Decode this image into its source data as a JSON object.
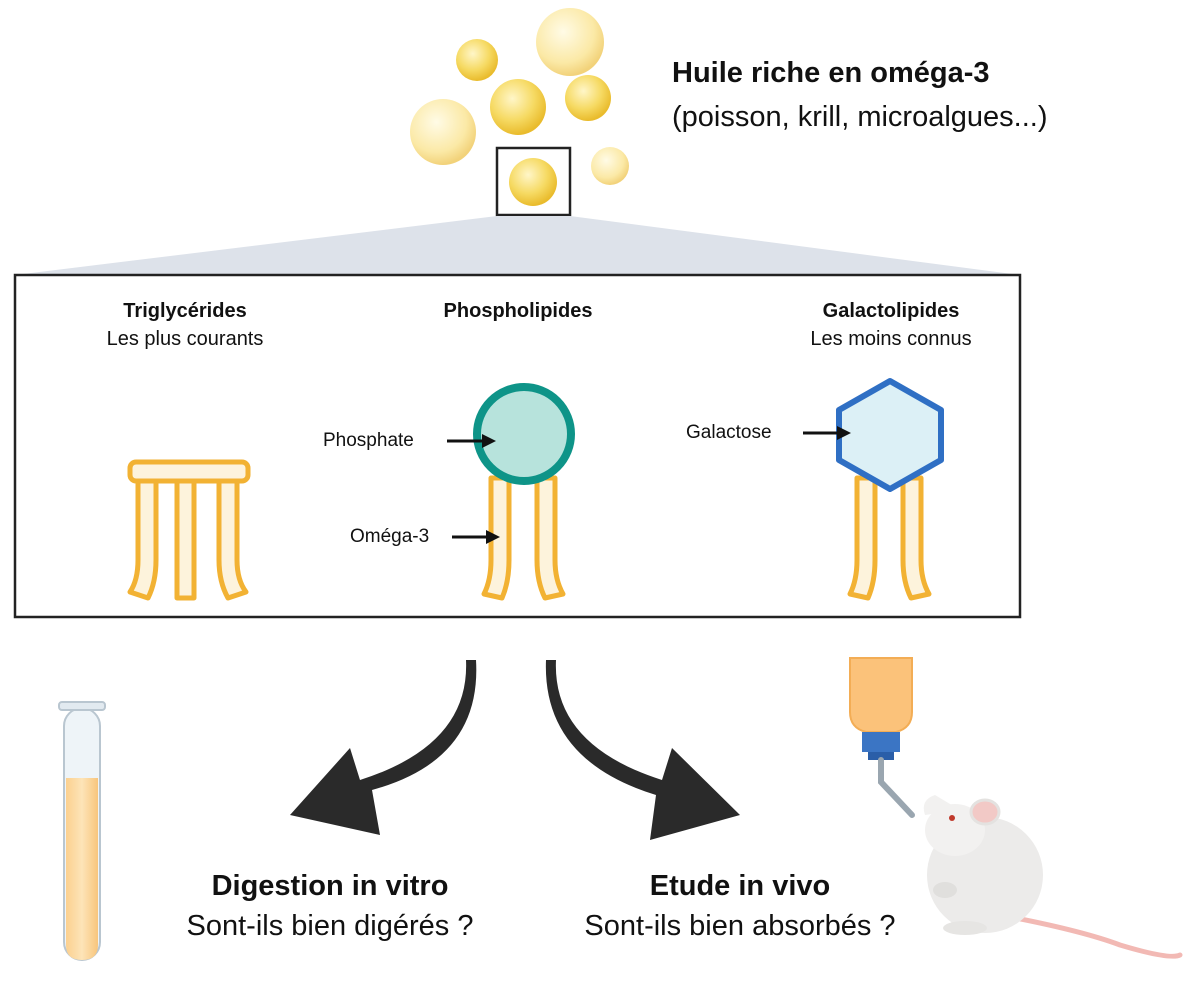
{
  "title": {
    "line1": "Huile riche en oméga-3",
    "line2": "(poisson, krill, microalgues...)"
  },
  "lipids": [
    {
      "name": "Triglycérides",
      "subtitle": "Les plus courants"
    },
    {
      "name": "Phospholipides",
      "subtitle": ""
    },
    {
      "name": "Galactolipides",
      "subtitle": "Les moins connus"
    }
  ],
  "labels": {
    "phosphate": "Phosphate",
    "omega3": "Oméga-3",
    "galactose": "Galactose"
  },
  "outcomes": [
    {
      "title": "Digestion in vitro",
      "question": "Sont-ils bien digérés ?"
    },
    {
      "title": "Etude in vivo",
      "question": "Sont-ils bien absorbés ?"
    }
  ],
  "colors": {
    "tail": "#f2b233",
    "tail_fill": "#fdf3dc",
    "phosphate": "#0e9488",
    "phosphate_fill": "#b7e3dc",
    "galactose": "#2f6fc4",
    "galactose_fill": "#dcf0f6",
    "droplet": "#f3d052"
  }
}
